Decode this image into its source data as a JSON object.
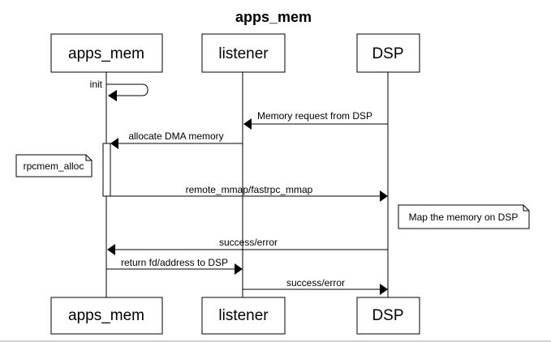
{
  "diagram": {
    "type": "sequence",
    "title": "apps_mem",
    "participants": [
      {
        "id": "apps_mem",
        "label": "apps_mem"
      },
      {
        "id": "listener",
        "label": "listener"
      },
      {
        "id": "dsp",
        "label": "DSP"
      }
    ],
    "messages": [
      {
        "from": "apps_mem",
        "to": "apps_mem",
        "label": "init"
      },
      {
        "from": "dsp",
        "to": "listener",
        "label": "Memory request from DSP"
      },
      {
        "from": "listener",
        "to": "apps_mem",
        "label": "allocate DMA memory"
      },
      {
        "from": "apps_mem",
        "to": "dsp",
        "label": "remote_mmap/fastrpc_mmap"
      },
      {
        "from": "dsp",
        "to": "apps_mem",
        "label": "success/error"
      },
      {
        "from": "apps_mem",
        "to": "listener",
        "label": "return fd/address to DSP"
      },
      {
        "from": "listener",
        "to": "dsp",
        "label": "success/error"
      }
    ],
    "notes": [
      {
        "side": "left",
        "participant": "apps_mem",
        "label": "rpcmem_alloc"
      },
      {
        "side": "right",
        "participant": "dsp",
        "label": "Map the memory on DSP"
      }
    ]
  }
}
